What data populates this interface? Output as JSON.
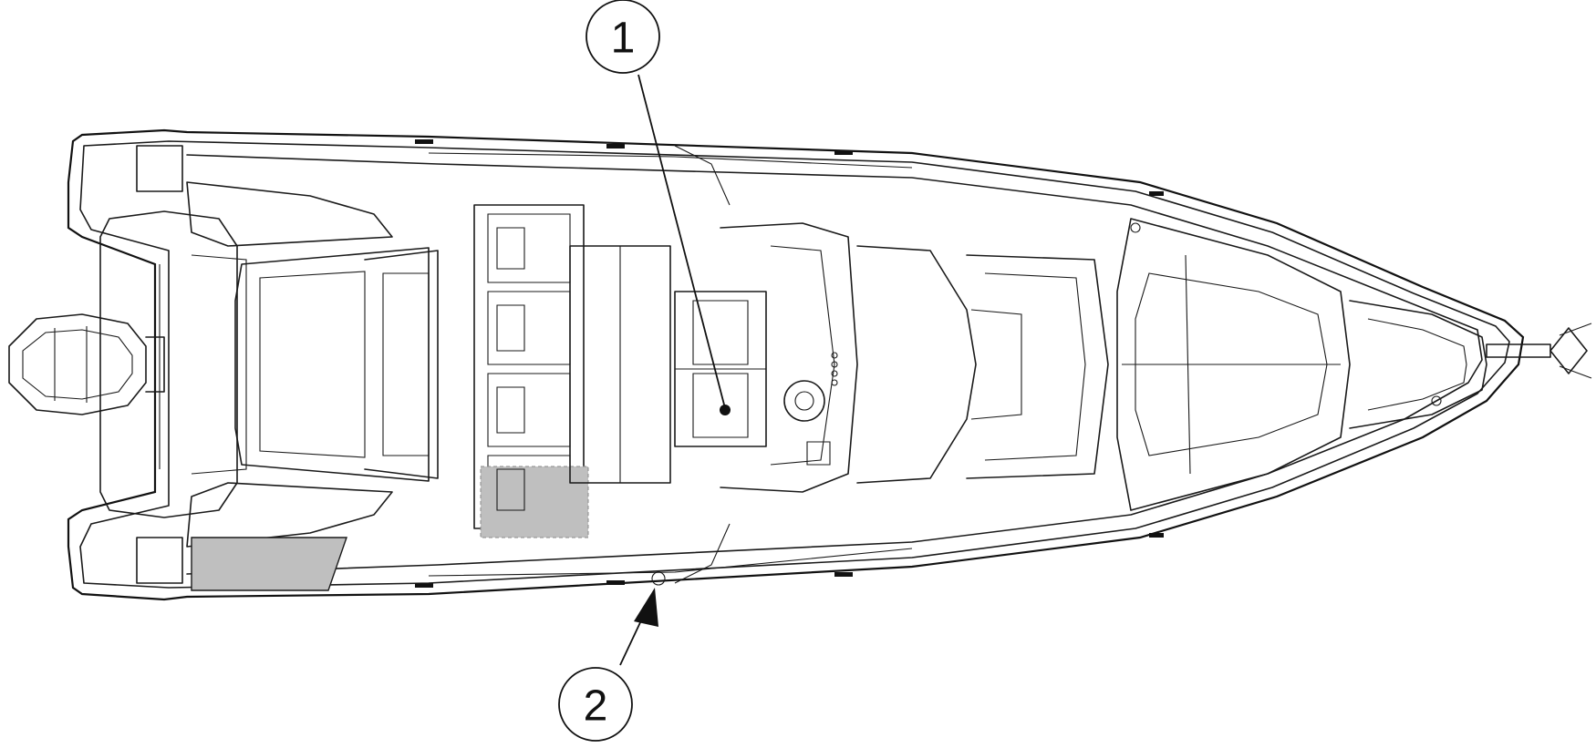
{
  "callouts": [
    {
      "id": "1",
      "label": "1"
    },
    {
      "id": "2",
      "label": "2"
    }
  ],
  "colors": {
    "line": "#1a1a1a",
    "highlight": "#bfbfbf",
    "background": "#ffffff"
  }
}
